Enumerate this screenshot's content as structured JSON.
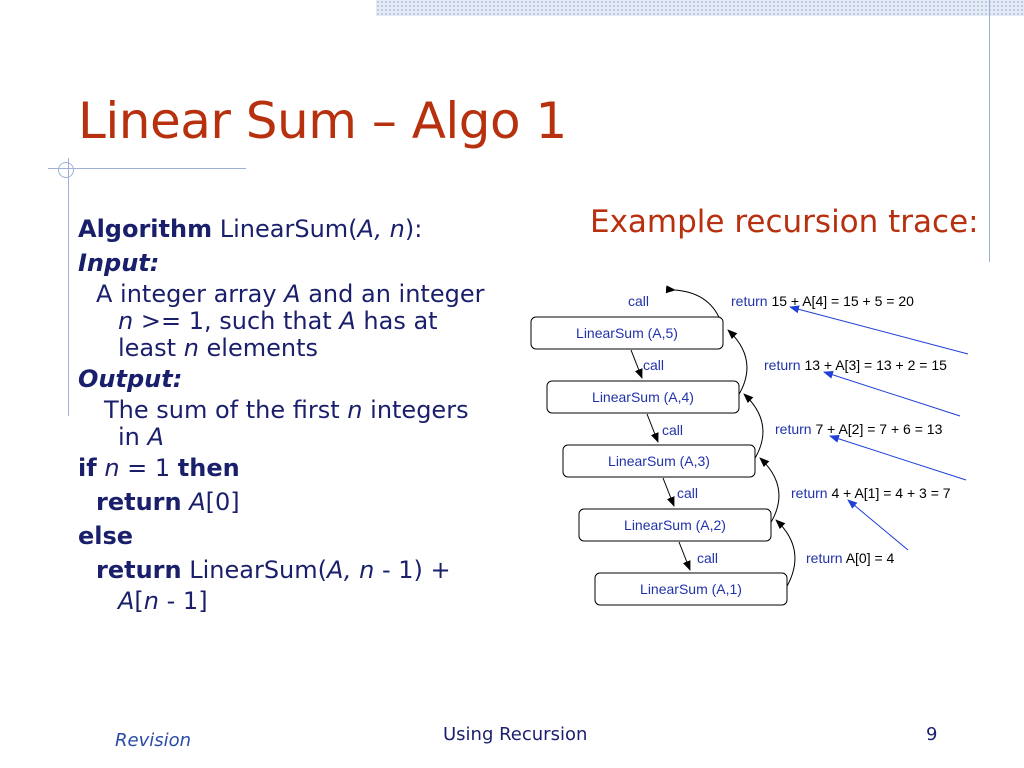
{
  "slide": {
    "title": "Linear Sum – Algo 1",
    "example_title": "Example recursion trace:"
  },
  "algorithm": {
    "header_bold": "Algorithm",
    "header_name": "LinearSum(",
    "header_params": "A, n",
    "header_close": "):",
    "input_label": "Input:",
    "input_line1_a": "A integer array ",
    "input_line1_var": "A",
    "input_line1_b": " and an integer",
    "input_line2_var": "n",
    "input_line2_b": " >= 1, such that ",
    "input_line2_var2": "A",
    "input_line2_c": " has at",
    "input_line3_a": "least ",
    "input_line3_var": "n",
    "input_line3_b": " elements",
    "output_label": "Output:",
    "output_line1_a": "The sum of the first ",
    "output_line1_var": "n",
    "output_line1_b": " integers",
    "output_line2_a": "in ",
    "output_line2_var": "A",
    "if_kw": "if",
    "if_var": "n",
    "if_cond": " = 1 ",
    "then_kw": "then",
    "return_kw": "return",
    "return1_var": "A",
    "return1_idx": "[0]",
    "else_kw": "else",
    "return2_call": "LinearSum(",
    "return2_params": "A, n",
    "return2_rest": " - 1) +",
    "return2_line2_var": "A",
    "return2_line2_open": "[",
    "return2_line2_n": "n",
    "return2_line2_rest": " - 1]"
  },
  "trace": {
    "boxes": [
      "LinearSum (A,5)",
      "LinearSum (A,4)",
      "LinearSum (A,3)",
      "LinearSum (A,2)",
      "LinearSum (A,1)"
    ],
    "call_label": "call",
    "return_word": "return",
    "returns": [
      "15 + A[4] = 15 + 5 = 20",
      "13 + A[3] = 13 + 2 = 15",
      "7 + A[2] = 7 + 6 = 13",
      "4 + A[1] = 4 + 3 = 7",
      "A[0] = 4"
    ],
    "colors": {
      "call_text": "#2233aa",
      "return_arrow": "#1f3fd6",
      "box_border": "#000000"
    }
  },
  "footer": {
    "left": "Revision",
    "center": "Using Recursion",
    "page": "9"
  }
}
